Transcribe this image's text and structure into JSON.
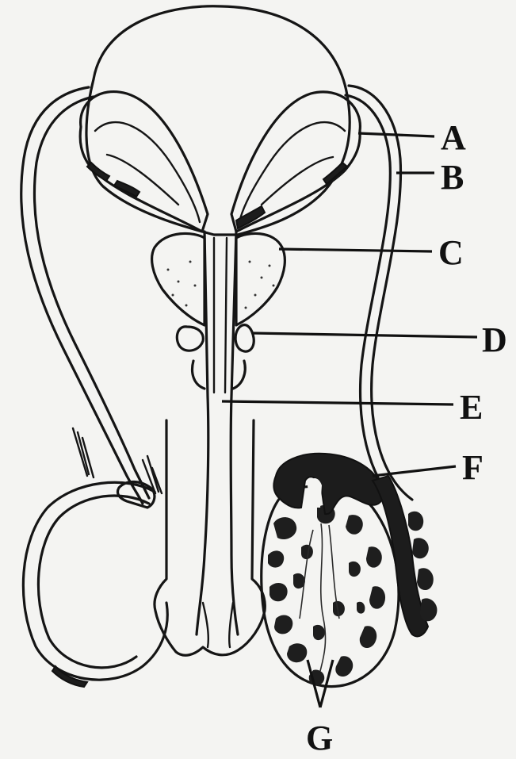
{
  "diagram": {
    "labels": [
      {
        "id": "A",
        "text": "A"
      },
      {
        "id": "B",
        "text": "B"
      },
      {
        "id": "C",
        "text": "C"
      },
      {
        "id": "D",
        "text": "D"
      },
      {
        "id": "E",
        "text": "E"
      },
      {
        "id": "F",
        "text": "F"
      },
      {
        "id": "G",
        "text": "G"
      }
    ]
  },
  "colors": {
    "ink": "#151515",
    "paper": "#f4f4f2",
    "shading": "#1c1c1c"
  }
}
